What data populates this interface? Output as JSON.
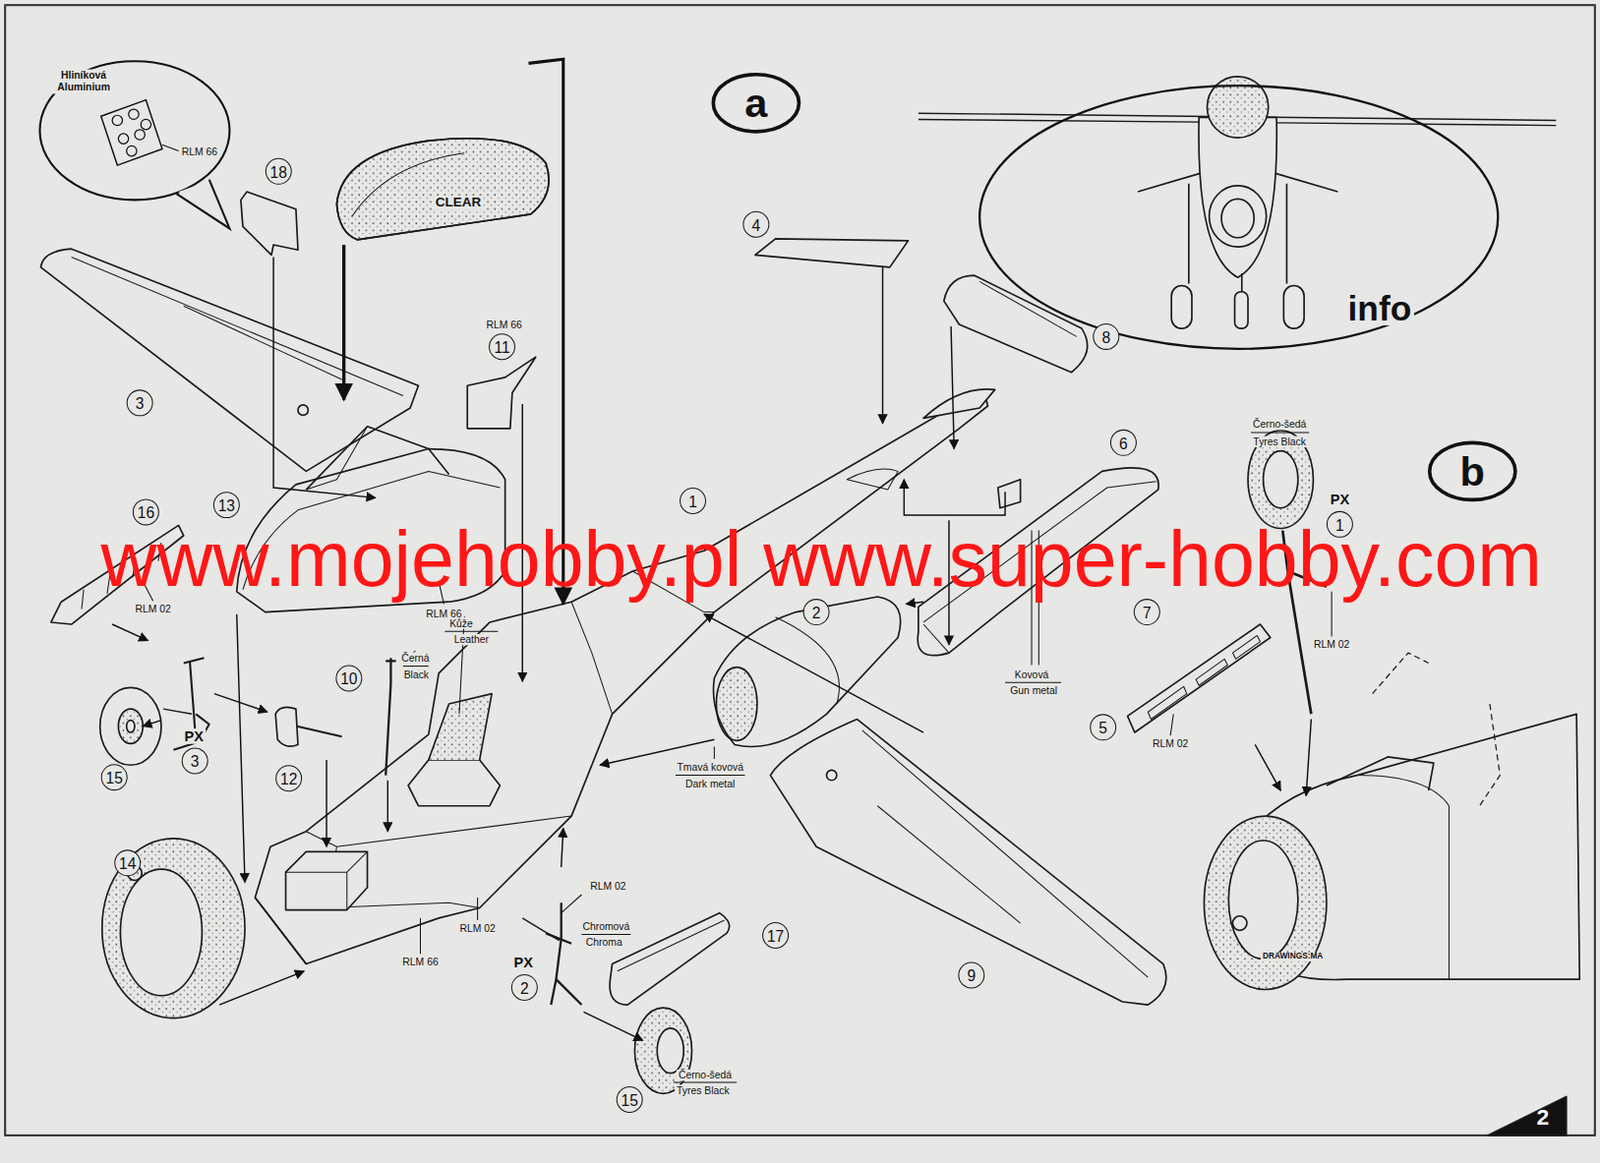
{
  "diagram": {
    "nodes": [
      {
        "text": [
          "Hliníková Aluminium",
          "RLM 66"
        ]
      },
      {
        "text": [
          "a"
        ]
      },
      {
        "text": [
          "info"
        ]
      },
      {
        "text": [
          "18"
        ]
      },
      {
        "text": [
          "3"
        ]
      },
      {
        "text": [
          "11"
        ]
      },
      {
        "text": [
          "4"
        ]
      },
      {
        "text": [
          "8"
        ]
      },
      {
        "text": [
          "1"
        ]
      },
      {
        "text": [
          "16"
        ]
      },
      {
        "text": [
          "13"
        ]
      },
      {
        "text": [
          "6"
        ]
      },
      {
        "text": [
          "2"
        ]
      },
      {
        "text": [
          "7"
        ]
      },
      {
        "text": [
          "1"
        ]
      },
      {
        "text": [
          "b"
        ]
      },
      {
        "text": [
          "10"
        ]
      },
      {
        "text": [
          "15"
        ]
      },
      {
        "text": [
          "3"
        ]
      },
      {
        "text": [
          "12"
        ]
      },
      {
        "text": [
          "5"
        ]
      },
      {
        "text": [
          "14"
        ]
      },
      {
        "text": [
          "17"
        ]
      },
      {
        "text": [
          "2"
        ]
      },
      {
        "text": [
          "9"
        ]
      },
      {
        "text": [
          "15"
        ]
      }
    ],
    "labels": [
      "CLEAR",
      "RLM 66",
      "RLM 02",
      "RLM 66",
      "www.mojehobby.pl www.super-hobby.com",
      "Černo-šedá",
      "Tyres Black",
      "PX",
      "Černá",
      "Black",
      "Kůže",
      "Leather",
      "PX",
      "Kovová",
      "Gun metal",
      "RLM 02",
      "RLM 02",
      "Tmavá kovová",
      "Dark metal",
      "RLM 02",
      "RLM 66",
      "RLM 02",
      "Chromová",
      "Chroma",
      "PX",
      "DRAWINGS:MA",
      "Černo-šedá",
      "Tyres Black",
      "2"
    ]
  }
}
